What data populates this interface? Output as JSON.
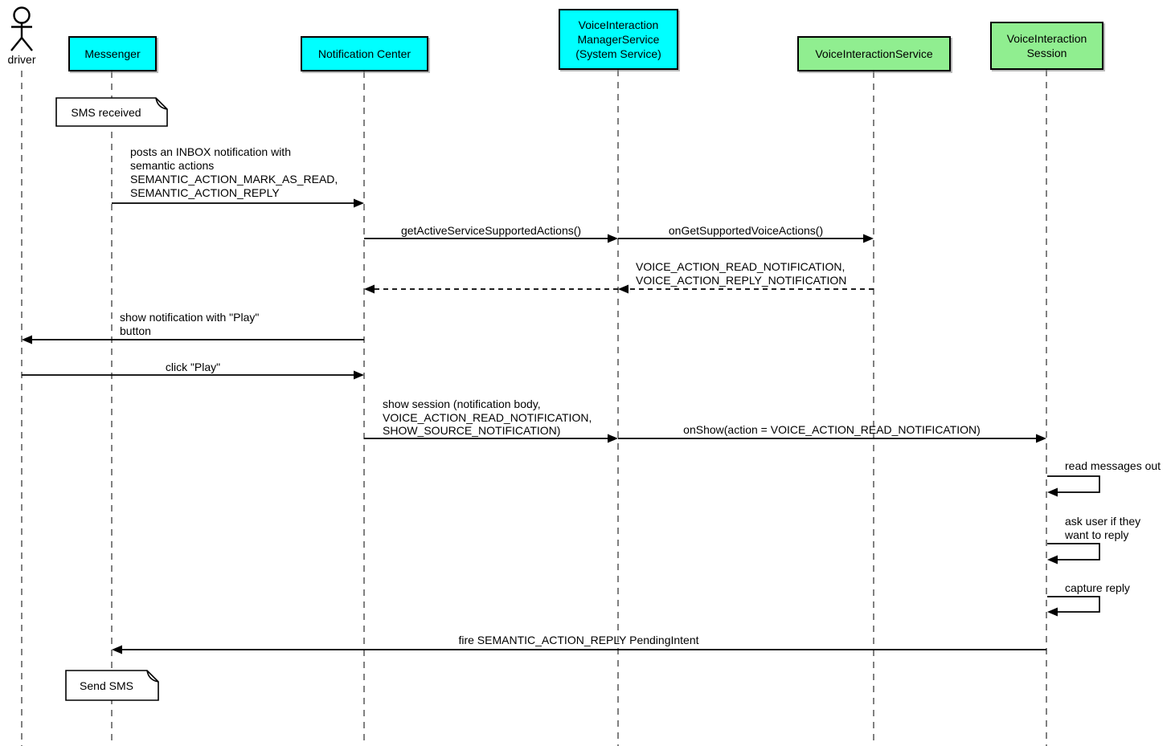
{
  "diagram_type": "uml-sequence",
  "colors": {
    "participant_cyan": "#00FFFF",
    "participant_green": "#90EE90",
    "border": "#000000",
    "lifeline": "#4a4a4a",
    "background": "#FFFFFF"
  },
  "actor": {
    "label": "driver"
  },
  "participants": [
    {
      "label": "Messenger",
      "fill": "#00FFFF"
    },
    {
      "label": "Notification Center",
      "fill": "#00FFFF"
    },
    {
      "label": "VoiceInteraction\nManagerService\n(System Service)",
      "fill": "#00FFFF"
    },
    {
      "label": "VoiceInteractionService",
      "fill": "#90EE90"
    },
    {
      "label": "VoiceInteraction\nSession",
      "fill": "#90EE90"
    }
  ],
  "notes": [
    {
      "text": "SMS received",
      "attached_to": "Messenger"
    },
    {
      "text": "Send SMS",
      "attached_to": "Messenger"
    }
  ],
  "messages": [
    {
      "from": "Messenger",
      "to": "Notification Center",
      "type": "solid",
      "label": "posts an INBOX notification with\nsemantic actions\nSEMANTIC_ACTION_MARK_AS_READ,\nSEMANTIC_ACTION_REPLY"
    },
    {
      "from": "Notification Center",
      "to": "VoiceInteractionManagerService",
      "type": "solid",
      "label": "getActiveServiceSupportedActions()"
    },
    {
      "from": "VoiceInteractionManagerService",
      "to": "VoiceInteractionService",
      "type": "solid",
      "label": "onGetSupportedVoiceActions()"
    },
    {
      "from": "VoiceInteractionService",
      "to": "Notification Center",
      "type": "dashed-return",
      "label": "VOICE_ACTION_READ_NOTIFICATION,\nVOICE_ACTION_REPLY_NOTIFICATION"
    },
    {
      "from": "Notification Center",
      "to": "driver",
      "type": "solid",
      "label": "show notification with \"Play\"\nbutton"
    },
    {
      "from": "driver",
      "to": "Notification Center",
      "type": "solid",
      "label": "click \"Play\""
    },
    {
      "from": "Notification Center",
      "to": "VoiceInteractionManagerService",
      "type": "solid",
      "label": "show session (notification body,\nVOICE_ACTION_READ_NOTIFICATION,\nSHOW_SOURCE_NOTIFICATION)"
    },
    {
      "from": "VoiceInteractionManagerService",
      "to": "VoiceInteractionSession",
      "type": "solid",
      "label": "onShow(action = VOICE_ACTION_READ_NOTIFICATION)"
    },
    {
      "from": "VoiceInteractionSession",
      "to": "VoiceInteractionSession",
      "type": "self",
      "label": "read messages out"
    },
    {
      "from": "VoiceInteractionSession",
      "to": "VoiceInteractionSession",
      "type": "self",
      "label": "ask user if they\nwant to reply"
    },
    {
      "from": "VoiceInteractionSession",
      "to": "VoiceInteractionSession",
      "type": "self",
      "label": "capture reply"
    },
    {
      "from": "VoiceInteractionSession",
      "to": "Messenger",
      "type": "solid",
      "label": "fire SEMANTIC_ACTION_REPLY PendingIntent"
    }
  ]
}
